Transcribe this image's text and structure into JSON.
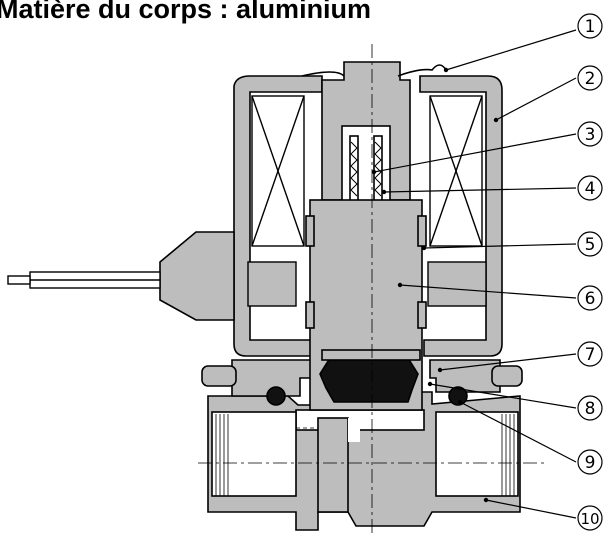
{
  "header": {
    "title": "Matière du corps : aluminium"
  },
  "diagram": {
    "colors": {
      "part_fill": "#bdbdbd",
      "outline": "#000000",
      "background": "#ffffff"
    },
    "callouts": [
      {
        "label": "1"
      },
      {
        "label": "2"
      },
      {
        "label": "3"
      },
      {
        "label": "4"
      },
      {
        "label": "5"
      },
      {
        "label": "6"
      },
      {
        "label": "7"
      },
      {
        "label": "8"
      },
      {
        "label": "9"
      },
      {
        "label": "10"
      }
    ]
  }
}
